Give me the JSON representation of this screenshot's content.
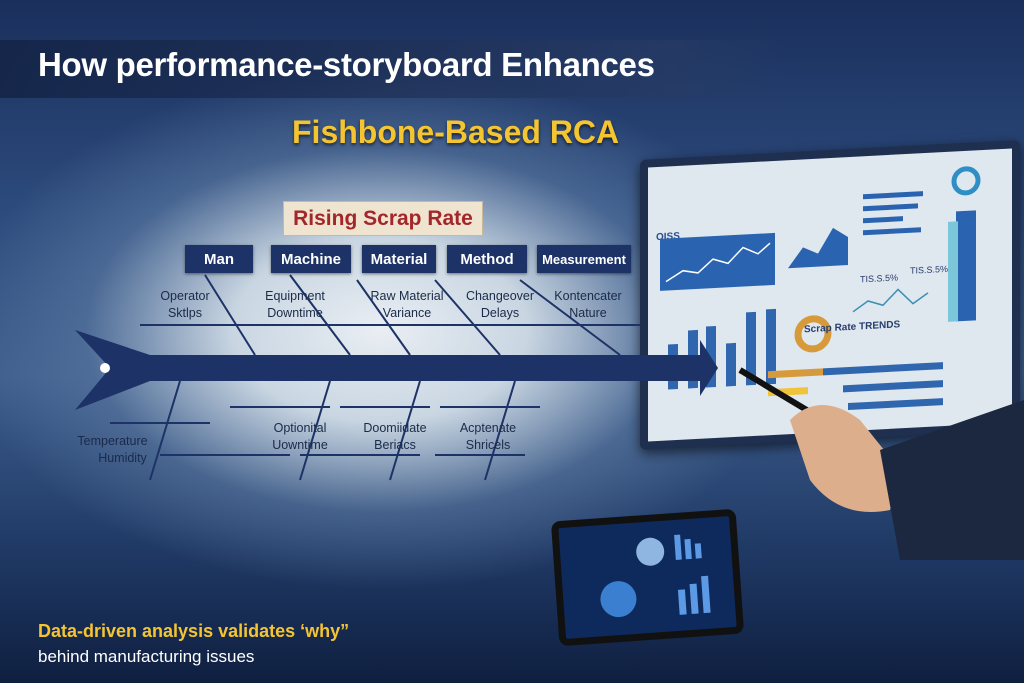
{
  "header": {
    "title": "How performance-storyboard Enhances",
    "subtitle": "Fishbone-Based RCA"
  },
  "fishbone": {
    "effect": "Rising Scrap Rate",
    "categories": [
      {
        "label": "Man"
      },
      {
        "label": "Machine"
      },
      {
        "label": "Material"
      },
      {
        "label": "Method"
      },
      {
        "label": "Measurement"
      }
    ],
    "top_causes": [
      {
        "line1": "Operator",
        "line2": "Sktlps"
      },
      {
        "line1": "Equipment",
        "line2": "Downtime"
      },
      {
        "line1": "Raw Material",
        "line2": "Variance"
      },
      {
        "line1": "Changeover",
        "line2": "Delays"
      },
      {
        "line1": "Kontencater",
        "line2": "Nature"
      }
    ],
    "bottom_causes": [
      {
        "line1": "Temperature",
        "line2": "Humidity"
      },
      {
        "line1": "Optionital",
        "line2": "Uowntime"
      },
      {
        "line1": "Doomiidate",
        "line2": "Beriacs"
      },
      {
        "line1": "Acptenate",
        "line2": "Shricels"
      }
    ],
    "colors": {
      "bone": "#1d3266",
      "effect_text": "#a3262a"
    }
  },
  "dashboard": {
    "label_corner": "OISS",
    "chart_title": "Scrap Rate TRENDS",
    "readout": "TIS.S.5%",
    "readout2": "TIS.S.5%"
  },
  "footer": {
    "line1": "Data-driven analysis validates ‘why”",
    "line2": "behind manufacturing issues",
    "accent": "#f5c531"
  }
}
